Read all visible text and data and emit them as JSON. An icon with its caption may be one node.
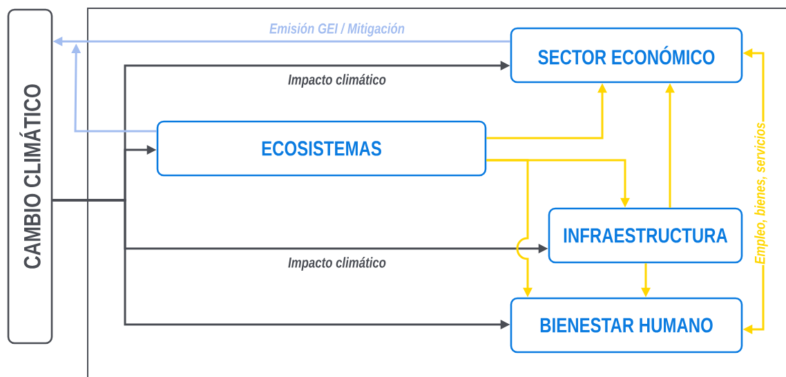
{
  "diagram": {
    "nodes": [
      {
        "text": [
          "CAMBIO CLIMÁTICO"
        ]
      },
      {
        "text": [
          "SECTOR ECONÓMICO"
        ]
      },
      {
        "text": [
          "ECOSISTEMAS"
        ]
      },
      {
        "text": [
          "INFRAESTRUCTURA"
        ]
      },
      {
        "text": [
          "BIENESTAR HUMANO"
        ]
      }
    ],
    "edges": [
      {
        "from": 0,
        "to": 1,
        "arrow": "to",
        "label": "Impacto climático",
        "color": "#4a4d54"
      },
      {
        "from": 0,
        "to": 2,
        "arrow": "to",
        "color": "#4a4d54"
      },
      {
        "from": 0,
        "to": 3,
        "arrow": "to",
        "label": "Impacto climático",
        "color": "#4a4d54"
      },
      {
        "from": 0,
        "to": 4,
        "arrow": "to",
        "color": "#4a4d54"
      },
      {
        "from": 1,
        "to": 0,
        "arrow": "to",
        "label": "Emisión GEI / Mitigación",
        "color": "#a3bdf0"
      },
      {
        "from": 2,
        "to": 0,
        "arrow": "to",
        "color": "#a3bdf0"
      },
      {
        "from": 2,
        "to": 1,
        "arrow": "to"
      },
      {
        "from": 2,
        "to": 3,
        "arrow": "to"
      },
      {
        "from": 2,
        "to": 4,
        "arrow": "to"
      },
      {
        "from": 3,
        "to": 1,
        "arrow": "to"
      },
      {
        "from": 3,
        "to": 4,
        "arrow": "to"
      },
      {
        "from": 1,
        "to": 4,
        "arrow": "both",
        "label": "Empleo, bienes, servicios"
      }
    ]
  }
}
